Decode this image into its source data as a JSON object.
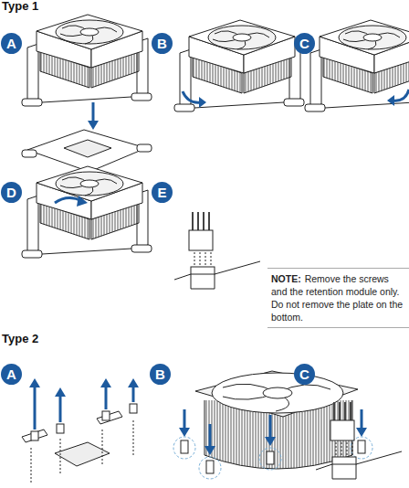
{
  "diagram": {
    "nodes": [
      {
        "text": [
          "A"
        ]
      },
      {
        "text": [
          "B"
        ]
      },
      {
        "text": [
          "C"
        ]
      },
      {
        "text": [
          "D"
        ]
      },
      {
        "text": [
          "E"
        ]
      },
      {
        "text": [
          "NOTE:",
          "Remove the screws and the retention module only. Do not remove the plate on the bottom."
        ]
      },
      {
        "text": [
          "A"
        ]
      },
      {
        "text": [
          "B"
        ]
      },
      {
        "text": [
          "C"
        ]
      }
    ],
    "labels": [
      "Type 1",
      "Type 2"
    ]
  }
}
